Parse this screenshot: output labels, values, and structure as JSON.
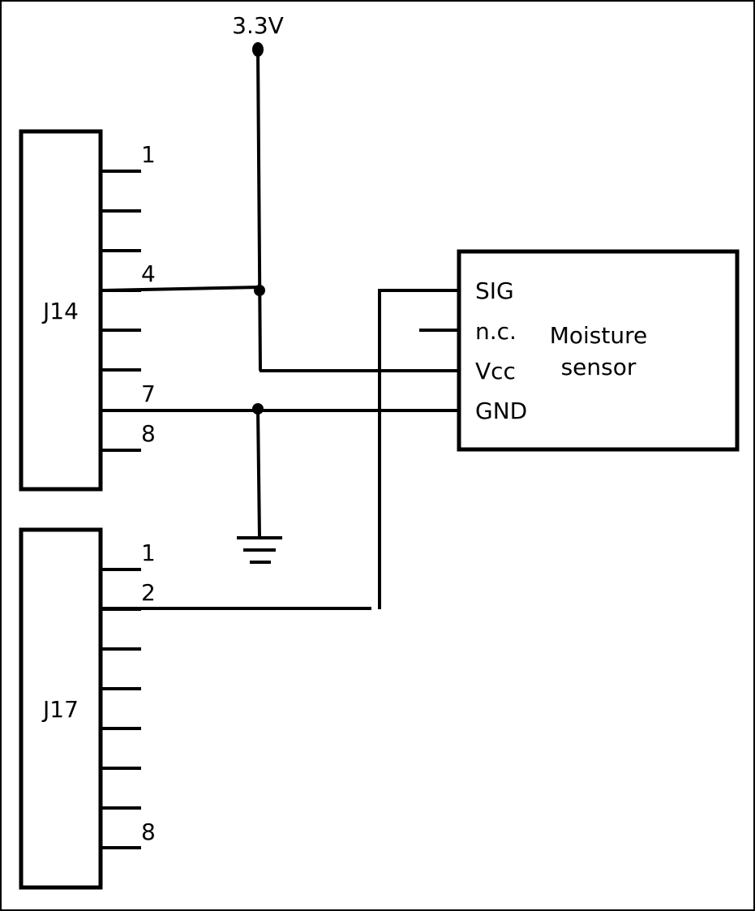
{
  "supply": {
    "label": "3.3V"
  },
  "connectors": {
    "j14": {
      "name": "J14",
      "pin_labels": [
        "1",
        "",
        "",
        "4",
        "",
        "",
        "7",
        "8"
      ]
    },
    "j17": {
      "name": "J17",
      "pin_labels": [
        "1",
        "2",
        "",
        "",
        "",
        "",
        "",
        "8"
      ]
    }
  },
  "sensor": {
    "title_line1": "Moisture",
    "title_line2": "sensor",
    "pins": [
      "SIG",
      "n.c.",
      "Vcc",
      "GND"
    ]
  },
  "ground": {
    "symbol": "ground-icon"
  },
  "colors": {
    "ink": "#000000",
    "background": "#ffffff"
  }
}
